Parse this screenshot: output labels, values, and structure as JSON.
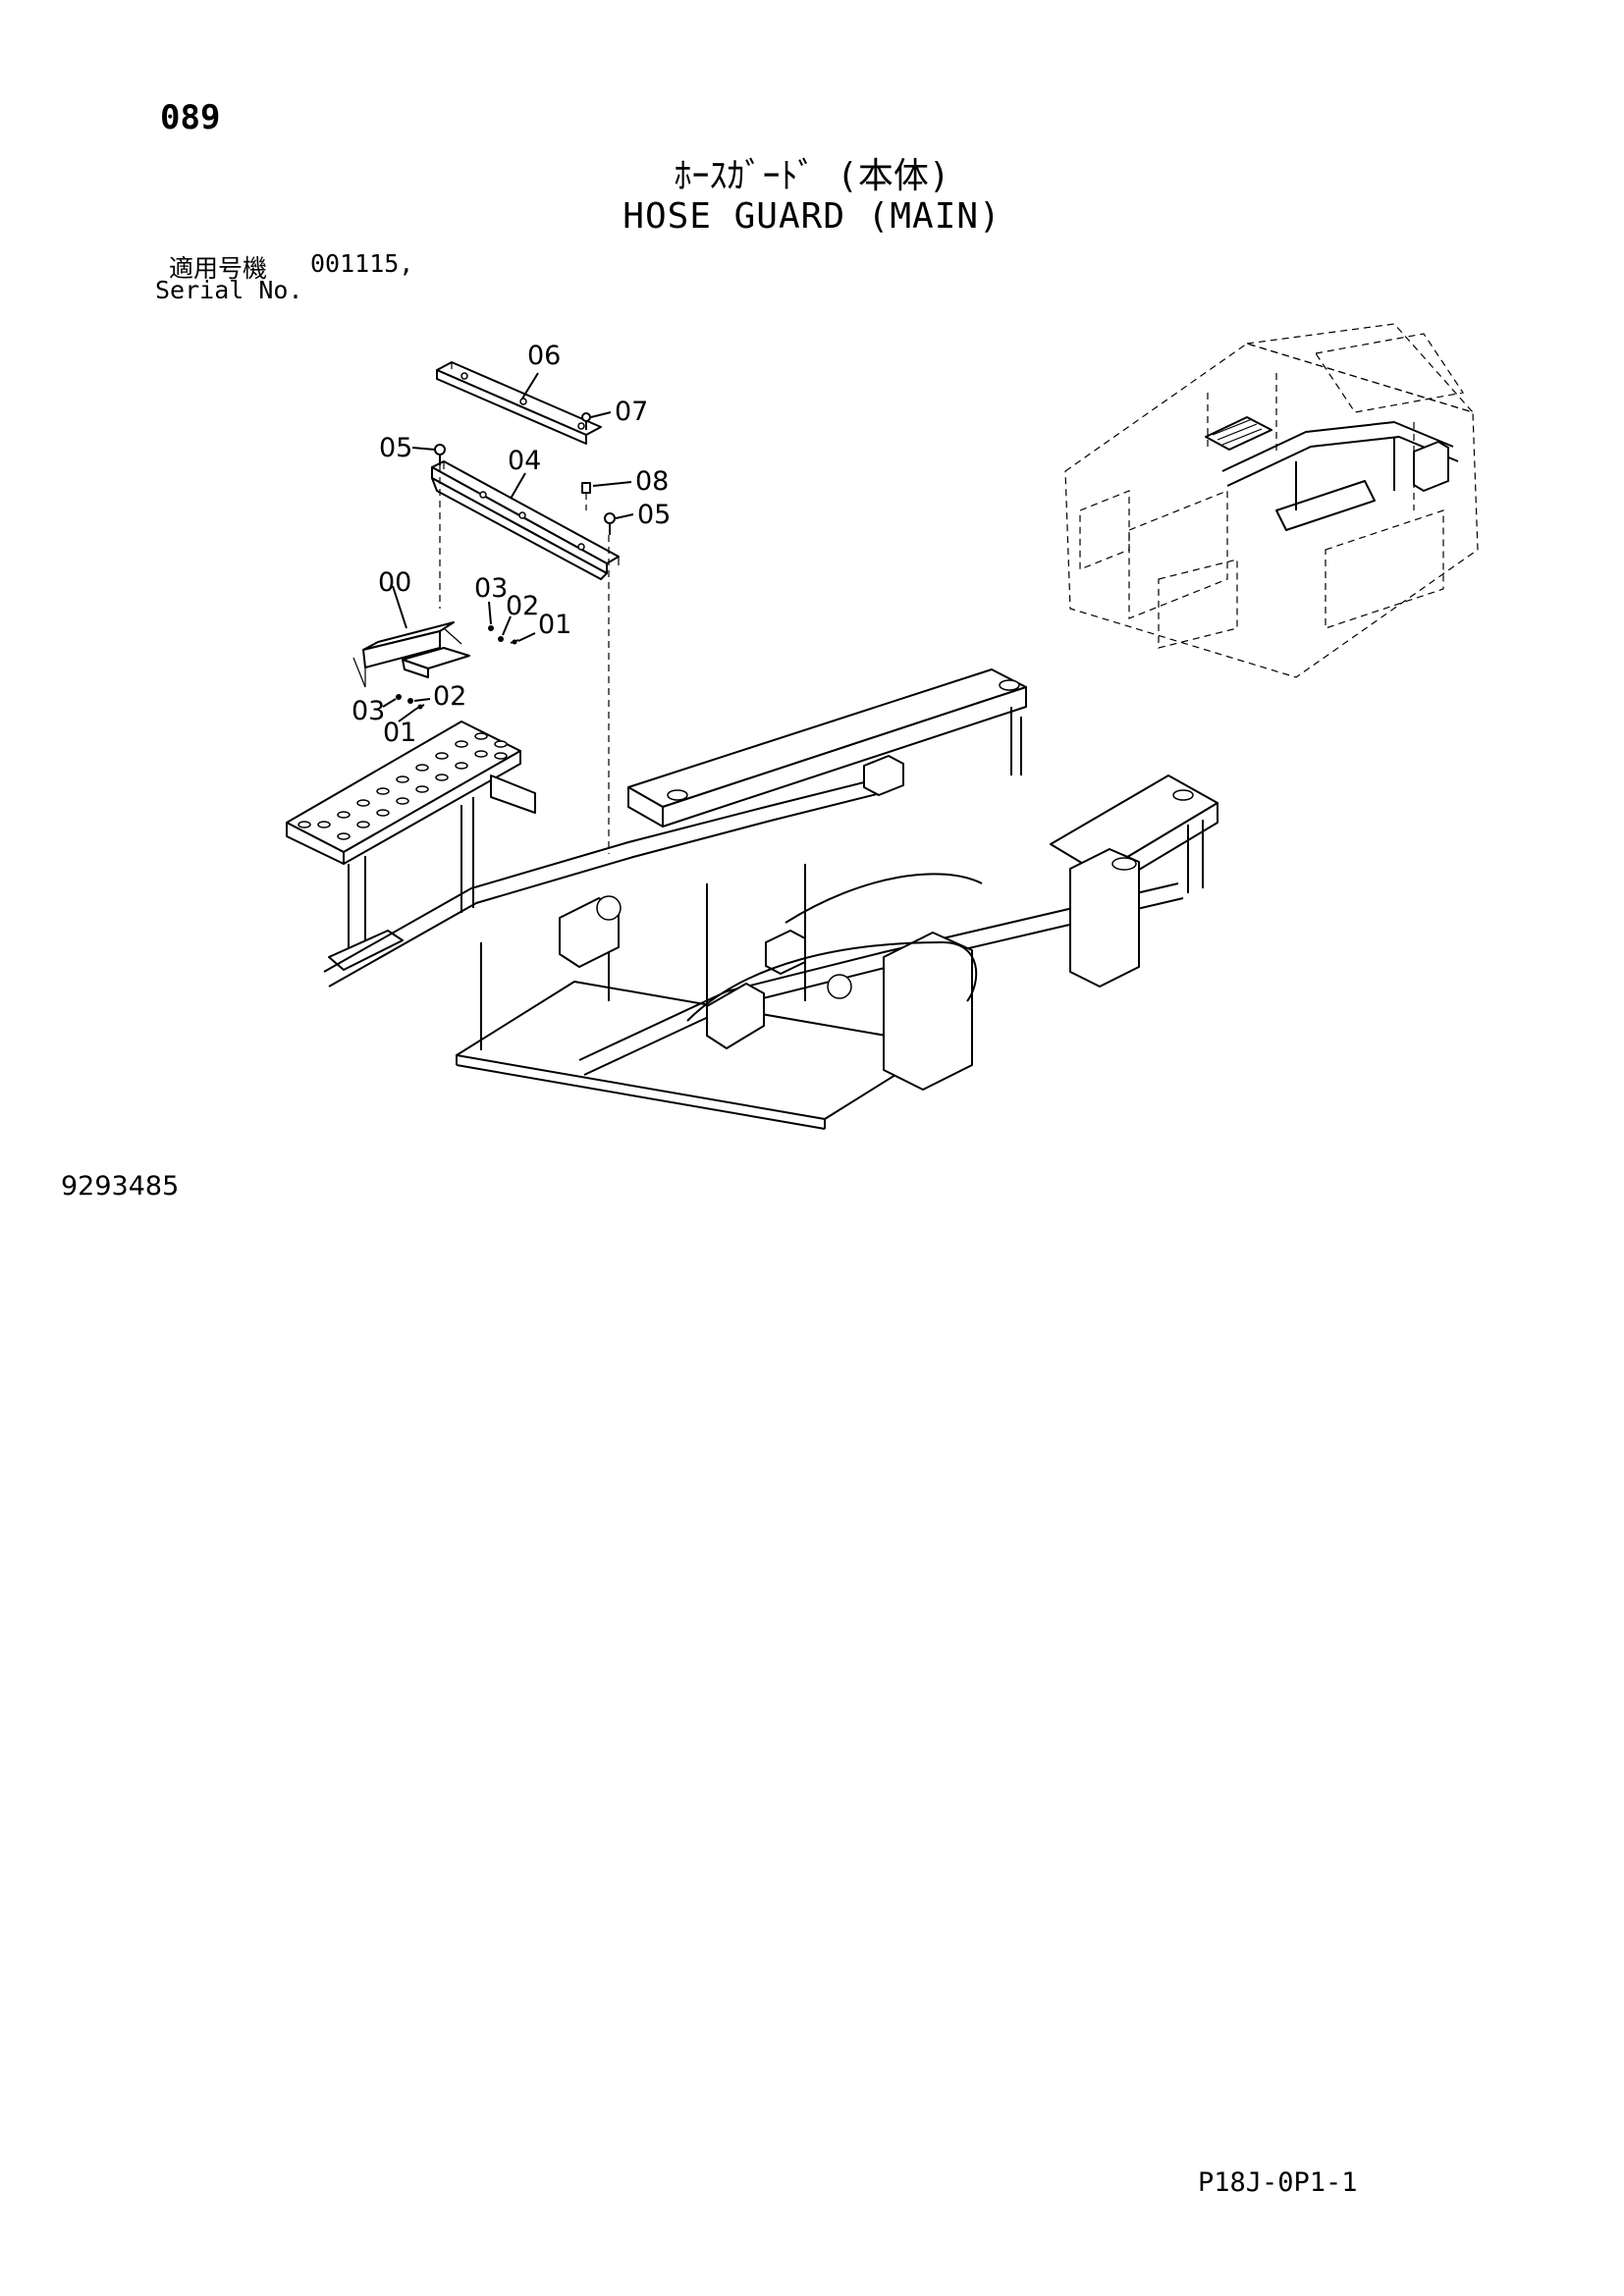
{
  "header": {
    "page_number": "089",
    "title_jp": "ﾎｰｽｶﾞｰﾄﾞ (本体)",
    "title_en": "HOSE GUARD (MAIN)"
  },
  "serial": {
    "label_jp": "適用号機",
    "label_en": "Serial No.",
    "value": "001115,"
  },
  "callouts": [
    "06",
    "07",
    "05",
    "04",
    "08",
    "05",
    "00",
    "03",
    "02",
    "01",
    "02",
    "03",
    "01"
  ],
  "footer": {
    "drawing_number": "9293485",
    "page_code": "P18J-0P1-1"
  }
}
